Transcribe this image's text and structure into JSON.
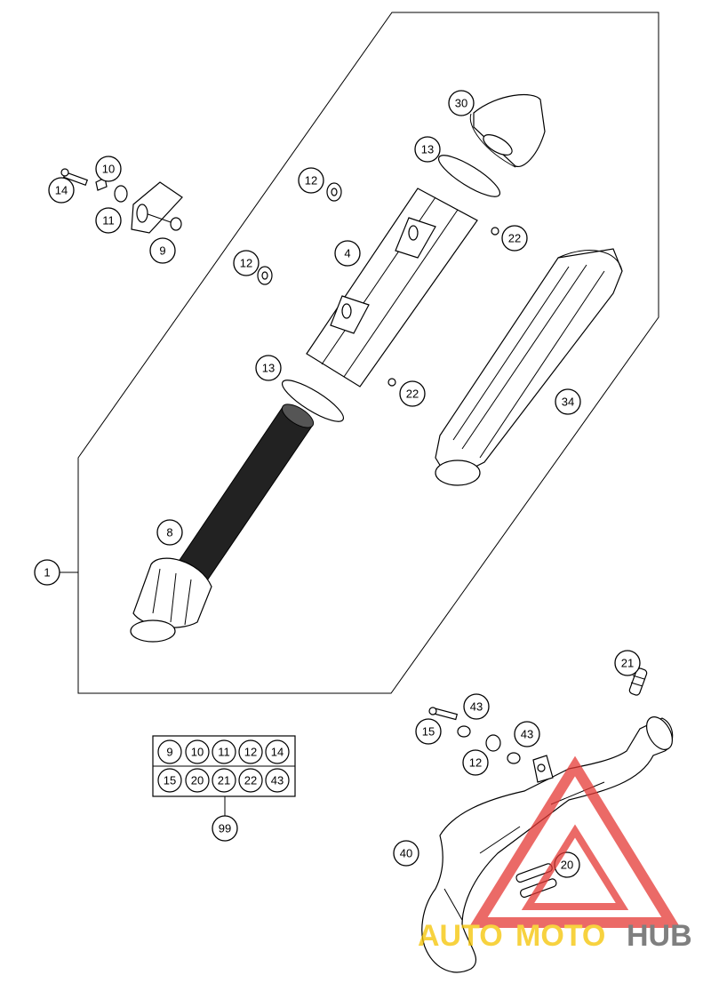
{
  "callouts": {
    "c1": "1",
    "c4": "4",
    "c8": "8",
    "c9": "9",
    "c10": "10",
    "c11": "11",
    "c12a": "12",
    "c12b": "12",
    "c12c": "12",
    "c13a": "13",
    "c13b": "13",
    "c14": "14",
    "c15": "15",
    "c20": "20",
    "c21": "21",
    "c22a": "22",
    "c22b": "22",
    "c30": "30",
    "c34": "34",
    "c40": "40",
    "c43a": "43",
    "c43b": "43",
    "c99": "99"
  },
  "kit": {
    "row1": [
      "9",
      "10",
      "11",
      "12",
      "14"
    ],
    "row2": [
      "15",
      "20",
      "21",
      "22",
      "43"
    ]
  },
  "watermark": {
    "auto": "AUTO",
    "moto": "MOTO",
    "hub": "HUB",
    "colors": {
      "auto": "#f5c400",
      "moto": "#f5c400",
      "hub": "#555555",
      "triangle": "#e53935"
    }
  }
}
